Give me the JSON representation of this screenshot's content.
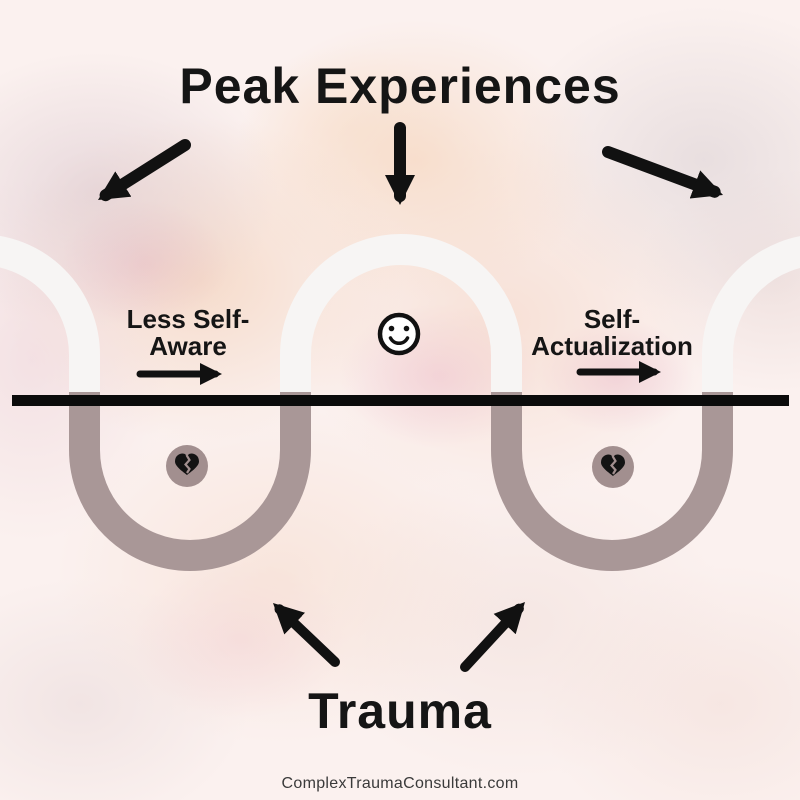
{
  "title": "Peak Experiences",
  "bottom_title": "Trauma",
  "labels": {
    "less_self_aware": {
      "line1": "Less Self-",
      "line2": "Aware"
    },
    "self_actualization": {
      "line1": "Self-",
      "line2": "Actualization"
    }
  },
  "watermark": "ComplexTraumaConsultant.com",
  "icons": {
    "smiley": "smiley-face-icon",
    "broken_heart": "broken-heart-icon",
    "arrows": [
      "down-left-arrow-icon",
      "down-arrow-icon",
      "down-right-arrow-icon",
      "right-arrow-icon",
      "right-arrow-icon",
      "up-left-arrow-icon",
      "up-right-arrow-icon"
    ]
  },
  "colors": {
    "text": "#151515",
    "line": "#0b0b0b",
    "arrow": "#111111",
    "peak_arch": "#f7f5f4",
    "trough_arch": "#a99797",
    "heart_circle": "#a28f8f",
    "heart": "#131313",
    "watermark_text": "#3a3a3a",
    "background_base": "#fbf1ef"
  }
}
